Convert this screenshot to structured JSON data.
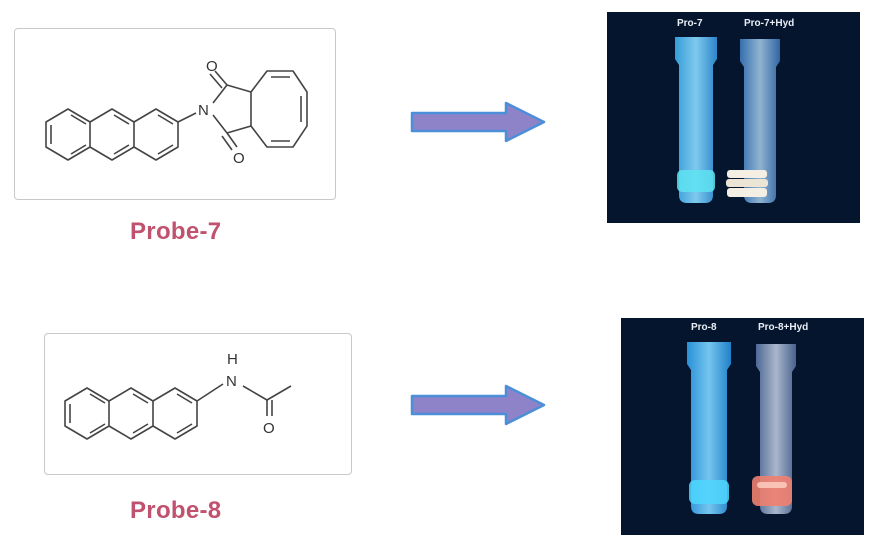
{
  "probes": [
    {
      "label": "Probe-7",
      "atoms": {
        "o_top": "O",
        "n": "N",
        "o_bottom": "O"
      },
      "vials": [
        {
          "label": "Pro-7",
          "emission": "#5fe3f2"
        },
        {
          "label": "Pro-7+Hyd",
          "emission": "#f4efe2"
        }
      ]
    },
    {
      "label": "Probe-8",
      "atoms": {
        "nh_h": "H",
        "nh_n": "N",
        "o": "O"
      },
      "vials": [
        {
          "label": "Pro-8",
          "emission": "#4fd7ff"
        },
        {
          "label": "Pro-8+Hyd",
          "emission": "#f08070"
        }
      ]
    }
  ],
  "colors": {
    "label": "#c0526f",
    "arrow_fill": "#8e83c8",
    "arrow_stroke": "#4a8fd8",
    "photo_bg": "#06152e"
  }
}
